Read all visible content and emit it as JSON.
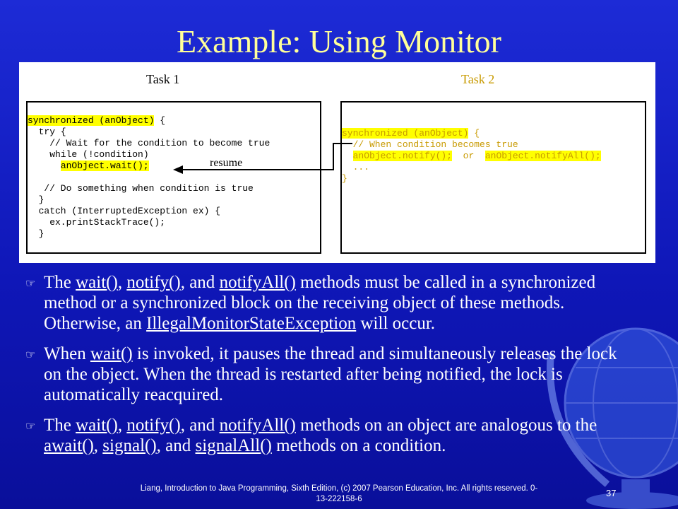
{
  "title": "Example: Using Monitor",
  "diagram": {
    "task1_label": "Task 1",
    "task2_label": "Task 2",
    "resume_label": "resume",
    "task1_code": {
      "l1a": "synchronized (anObject)",
      "l1b": " {",
      "l2": "  try {",
      "l3": "    // Wait for the condition to become true",
      "l4": "    while (!condition)",
      "l5_indent": "      ",
      "l5": "anObject.wait();",
      "l6": "",
      "l7": "   // Do something when condition is true",
      "l8": "  }",
      "l9": "  catch (InterruptedException ex) {",
      "l10": "    ex.printStackTrace();",
      "l11": "  }"
    },
    "task2_code": {
      "l1a": "synchronized (anObject)",
      "l1b": " {",
      "l2": "  // When condition becomes true",
      "l3_indent": "  ",
      "l3a": "anObject.notify();",
      "l3b": "  or  ",
      "l3c": "anObject.notifyAll();",
      "l4": "  ...",
      "l5": "}"
    }
  },
  "bullets": [
    {
      "t1": "The ",
      "u1": "wait()",
      "t2": ", ",
      "u2": "notify()",
      "t3": ", and ",
      "u3": "notifyAll()",
      "t4": " methods must be called in a synchronized method or a synchronized block on the receiving object of these methods. Otherwise, an ",
      "u4": "IllegalMonitorStateException",
      "t5": " will occur."
    },
    {
      "t1": "When ",
      "u1": "wait()",
      "t2": " is invoked, it pauses the thread and simultaneously releases the lock on the object. When the thread is restarted after being notified, the lock is automatically reacquired."
    },
    {
      "t1": "The ",
      "u1": "wait()",
      "t2": ", ",
      "u2": "notify()",
      "t3": ", and ",
      "u3": "notifyAll()",
      "t4": " methods on an object are analogous to the ",
      "u4": "await()",
      "t5": ", ",
      "u5": "signal()",
      "t6": ", and ",
      "u6": "signalAll()",
      "t7": " methods on a condition."
    }
  ],
  "footer": {
    "text": "Liang, Introduction to Java Programming, Sixth Edition, (c) 2007 Pearson Education, Inc. All rights reserved. 0-13-222158-6",
    "page_number": "37"
  },
  "colors": {
    "background": "#1525c8",
    "title": "#ffff99",
    "task2": "#c89a00",
    "highlight": "#ffff00"
  }
}
